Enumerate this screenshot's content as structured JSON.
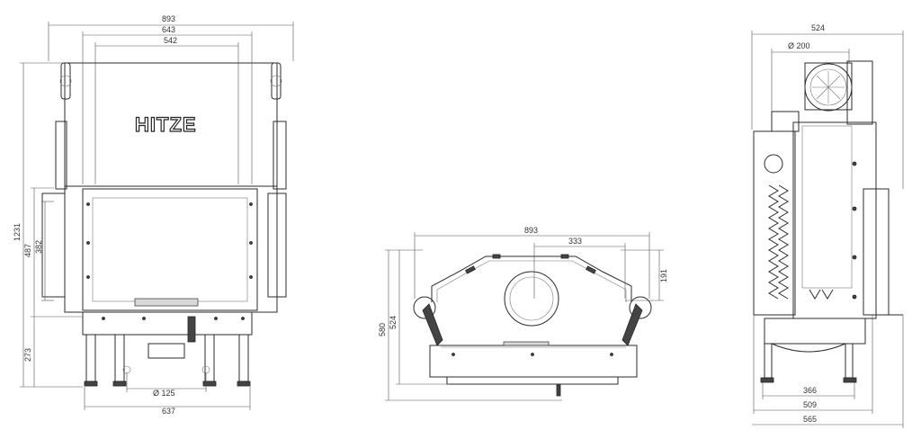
{
  "brand": "HITZE",
  "front_view": {
    "dimensions": {
      "width_total": "893",
      "width_mid": "643",
      "width_inner": "542",
      "height_total": "1231",
      "height_door": "487",
      "height_glass": "382",
      "height_base": "273",
      "flue_diameter": "Ø 125",
      "width_base": "637"
    }
  },
  "top_view": {
    "dimensions": {
      "width_total": "893",
      "offset": "333",
      "depth_front": "191",
      "depth_total": "580",
      "depth_body": "524"
    }
  },
  "side_view": {
    "dimensions": {
      "depth_top": "524",
      "flue_diameter": "Ø 200",
      "depth_legs": "366",
      "depth_body": "509",
      "depth_total": "565"
    }
  }
}
